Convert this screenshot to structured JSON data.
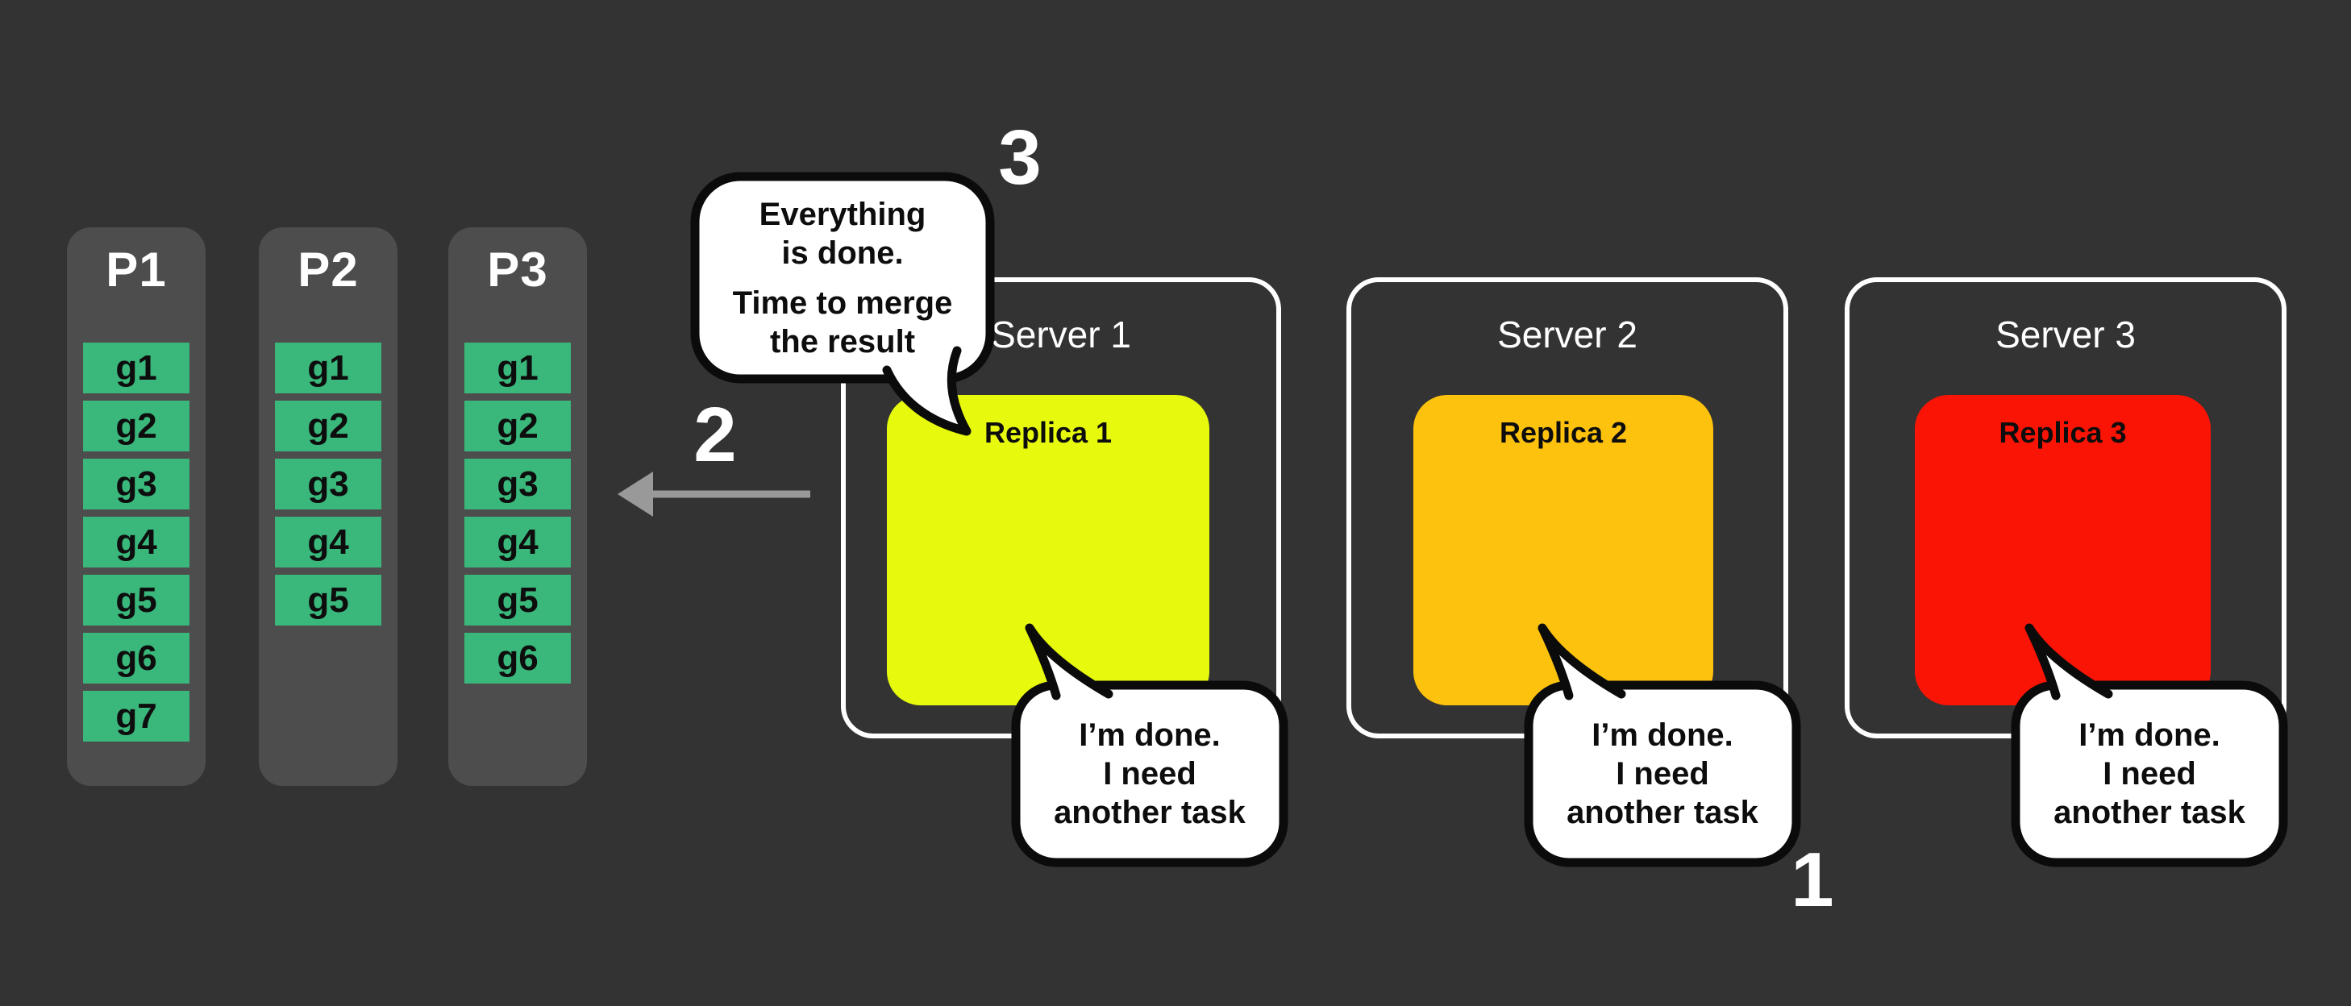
{
  "colors": {
    "background": "#333333",
    "panel": "#4d4d4d",
    "task": "#3ab77b",
    "arrow": "#999999",
    "server_border": "#ffffff",
    "bubble_fill": "#ffffff",
    "bubble_border": "#0b0b0b"
  },
  "partitions": {
    "items": [
      {
        "label": "P1",
        "tasks": [
          "g1",
          "g2",
          "g3",
          "g4",
          "g5",
          "g6",
          "g7"
        ]
      },
      {
        "label": "P2",
        "tasks": [
          "g1",
          "g2",
          "g3",
          "g4",
          "g5"
        ]
      },
      {
        "label": "P3",
        "tasks": [
          "g1",
          "g2",
          "g3",
          "g4",
          "g5",
          "g6"
        ]
      }
    ]
  },
  "servers": [
    {
      "label": "Server 1",
      "replica": {
        "label": "Replica 1",
        "color": "#e7fa0d"
      }
    },
    {
      "label": "Server 2",
      "replica": {
        "label": "Replica 2",
        "color": "#fdc20d"
      }
    },
    {
      "label": "Server 3",
      "replica": {
        "label": "Replica 3",
        "color": "#fa1405"
      }
    }
  ],
  "callouts": {
    "merge_bubble": {
      "lines": [
        "Everything",
        "is done.",
        "Time to merge",
        "the result"
      ]
    },
    "done_bubble": {
      "lines": [
        "I’m done.",
        "I need",
        "another task"
      ]
    }
  },
  "steps": {
    "one": "1",
    "two": "2",
    "three": "3"
  }
}
